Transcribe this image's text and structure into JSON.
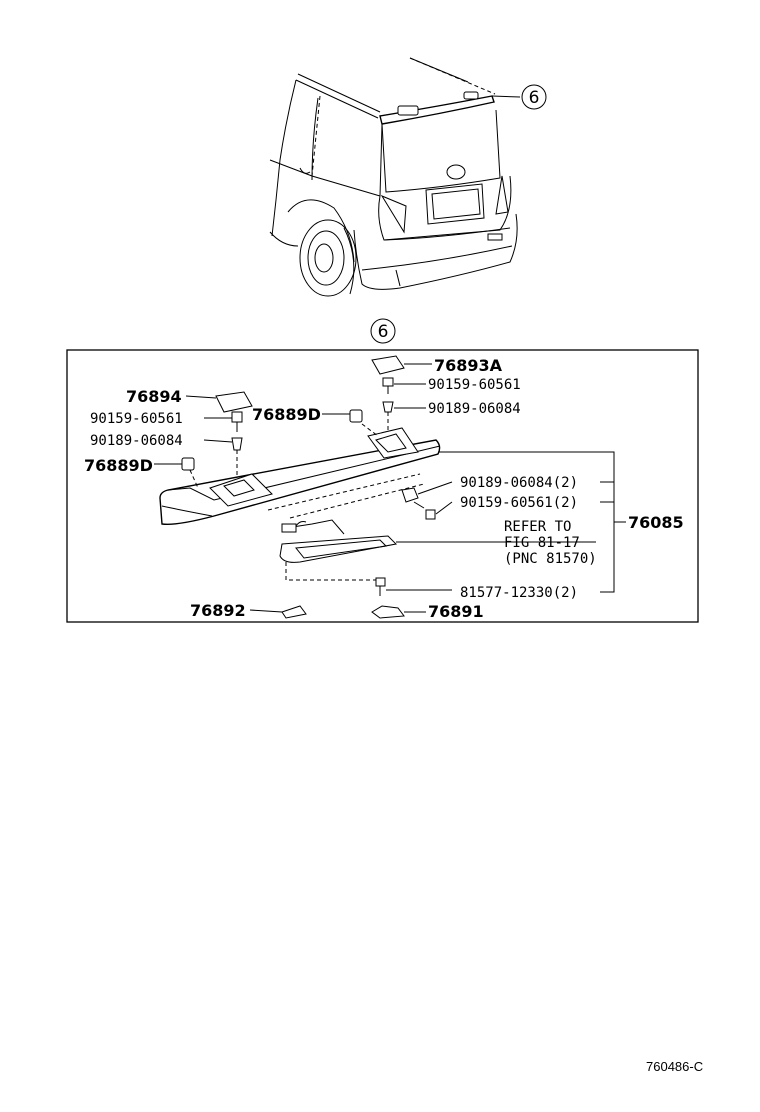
{
  "callout": "6",
  "parts": {
    "p76893A": "76893A",
    "p90159_top": "90159-60561",
    "p90189_top": "90189-06084",
    "p76894": "76894",
    "p90159_left": "90159-60561",
    "p76889D_mid": "76889D",
    "p90189_left": "90189-06084",
    "p76889D_left": "76889D",
    "p90189_right": "90189-06084(2)",
    "p90159_right": "90159-60561(2)",
    "p76085": "76085",
    "refer_line1": "REFER TO",
    "refer_line2": "FIG 81-17",
    "refer_line3": "(PNC 81570)",
    "p81577": "81577-12330(2)",
    "p76892": "76892",
    "p76891": "76891"
  },
  "diagram_code": "760486-C"
}
